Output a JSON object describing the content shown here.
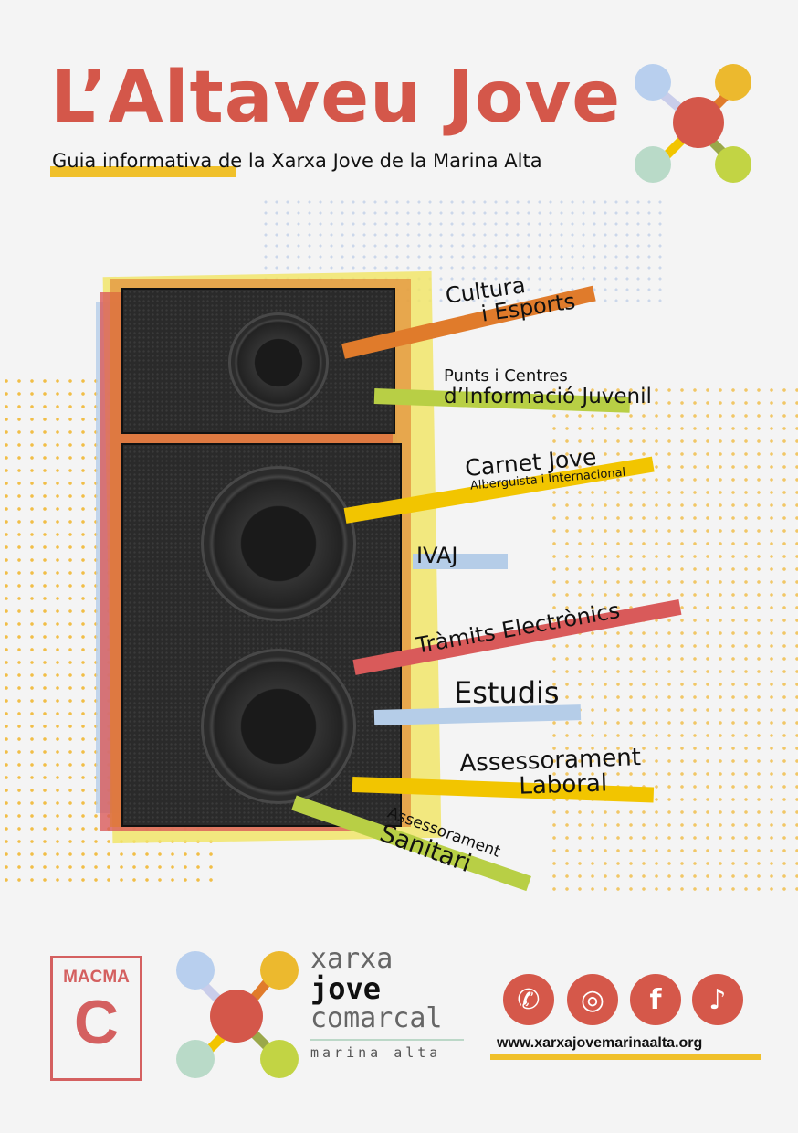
{
  "header": {
    "title": "L’Altaveu Jove",
    "subtitle": "Guia informativa de la Xarxa Jove de la Marina Alta"
  },
  "topics": [
    {
      "lines": [
        "Cultura",
        "i Esports"
      ],
      "color": "#e07b2b"
    },
    {
      "lines": [
        "Punts i Centres",
        "d’Informació Juvenil"
      ],
      "color": "#b8cf45"
    },
    {
      "lines": [
        "Carnet Jove",
        "Alberguista i Internacional"
      ],
      "color": "#f2c500"
    },
    {
      "lines": [
        "IVAJ"
      ],
      "color": "#b5cde8"
    },
    {
      "lines": [
        "Tràmits Electrònics"
      ],
      "color": "#d95a5a"
    },
    {
      "lines": [
        "Estudis"
      ],
      "color": "#b5cde8"
    },
    {
      "lines": [
        "Assessorament",
        "Laboral"
      ],
      "color": "#f2c500"
    },
    {
      "lines": [
        "Assessorament",
        "Sanitari"
      ],
      "color": "#b8cf45"
    }
  ],
  "footer": {
    "macma": {
      "top": "MACMA",
      "letter": "C"
    },
    "logo": {
      "l1": "xarxa",
      "l2": "jove",
      "l3": "comarcal",
      "l4": "marina alta"
    },
    "social": [
      {
        "icon": "whatsapp-icon",
        "glyph": "✆"
      },
      {
        "icon": "instagram-icon",
        "glyph": "◎"
      },
      {
        "icon": "facebook-icon",
        "glyph": "f"
      },
      {
        "icon": "tiktok-icon",
        "glyph": "♪"
      }
    ],
    "url": "www.xarxajovemarinaalta.org"
  },
  "colors": {
    "accent": "#d4574a",
    "yellow": "#f0c02a"
  }
}
